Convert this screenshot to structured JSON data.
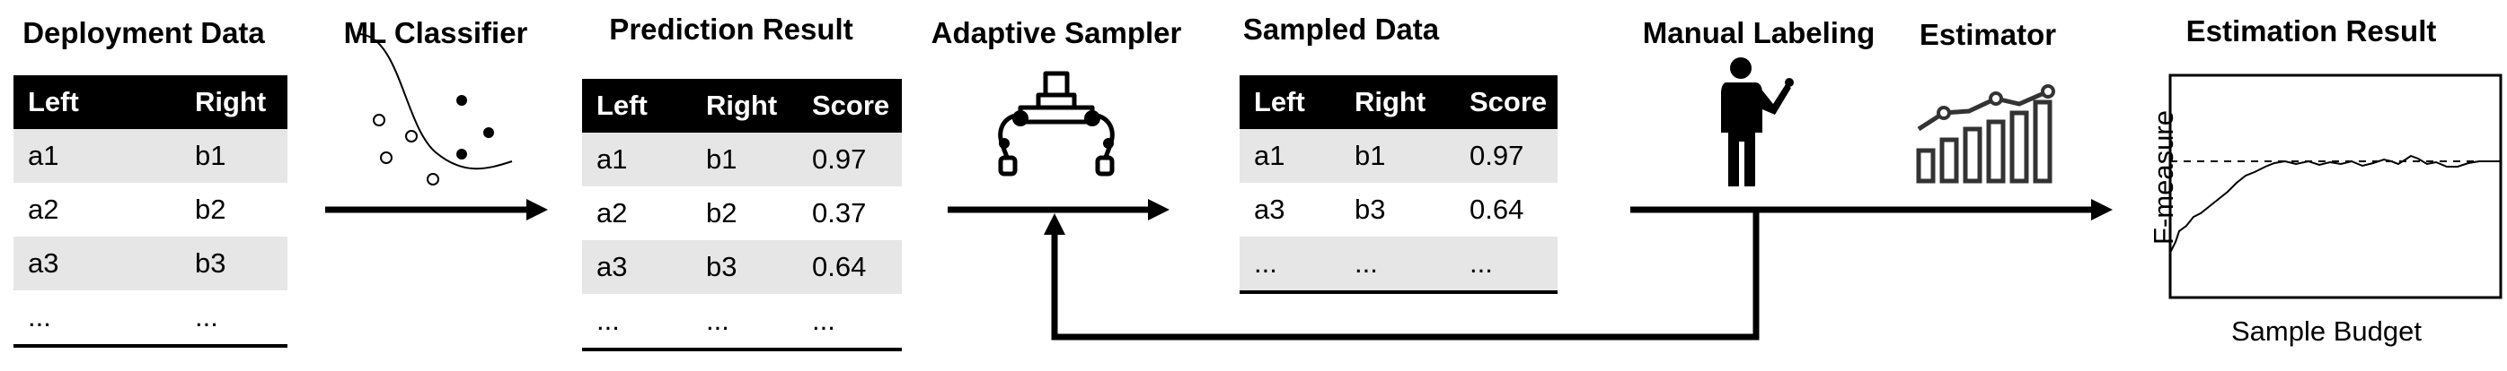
{
  "titles": {
    "deployment": "Deployment Data",
    "classifier": "ML Classifier",
    "prediction": "Prediction Result",
    "sampler": "Adaptive Sampler",
    "sampled": "Sampled Data",
    "labeling": "Manual Labeling",
    "estimator": "Estimator",
    "estimation": "Estimation Result"
  },
  "deployment_table": {
    "headers": [
      "Left",
      "Right"
    ],
    "rows": [
      [
        "a1",
        "b1"
      ],
      [
        "a2",
        "b2"
      ],
      [
        "a3",
        "b3"
      ],
      [
        "...",
        "..."
      ]
    ]
  },
  "prediction_table": {
    "headers": [
      "Left",
      "Right",
      "Score"
    ],
    "rows": [
      [
        "a1",
        "b1",
        "0.97"
      ],
      [
        "a2",
        "b2",
        "0.37"
      ],
      [
        "a3",
        "b3",
        "0.64"
      ],
      [
        "...",
        "...",
        "..."
      ]
    ]
  },
  "sampled_table": {
    "headers": [
      "Left",
      "Right",
      "Score"
    ],
    "rows": [
      [
        "a1",
        "b1",
        "0.97"
      ],
      [
        "a3",
        "b3",
        "0.64"
      ],
      [
        "...",
        "...",
        "..."
      ]
    ]
  },
  "estimation_chart": {
    "ylabel": "F-measure",
    "xlabel": "Sample Budget"
  },
  "icons": [
    "scatter-classifier-icon",
    "robot-gripper-icon",
    "person-pointing-icon",
    "bar-line-growth-icon"
  ]
}
